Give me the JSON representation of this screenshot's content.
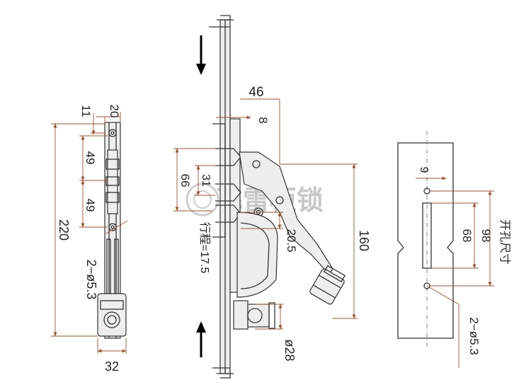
{
  "watermark": "飞雷柜锁",
  "side_view": {
    "dims": {
      "top_width": "20",
      "top_offset": "11",
      "upper_pitch": "49",
      "lower_pitch": "49",
      "total_height": "220",
      "holes": "2−ø5.3",
      "bottom_width": "32"
    }
  },
  "front_view": {
    "dims": {
      "handle_reach": "46",
      "bar_offset": "8",
      "hook_span": "66",
      "hook_pitch": "31",
      "stroke": "行程=17.5",
      "pivot_drop": "20.5",
      "handle_height": "160",
      "knob_dia": "ø28"
    }
  },
  "cutout_view": {
    "dims": {
      "edge_offset": "9",
      "slot_length": "68",
      "hole_pitch": "98",
      "title": "开孔尺寸",
      "holes": "2−ø5.3"
    }
  },
  "colors": {
    "dimension": "#a0522d",
    "outline": "#333333",
    "watermark": "#c8c8c8"
  }
}
